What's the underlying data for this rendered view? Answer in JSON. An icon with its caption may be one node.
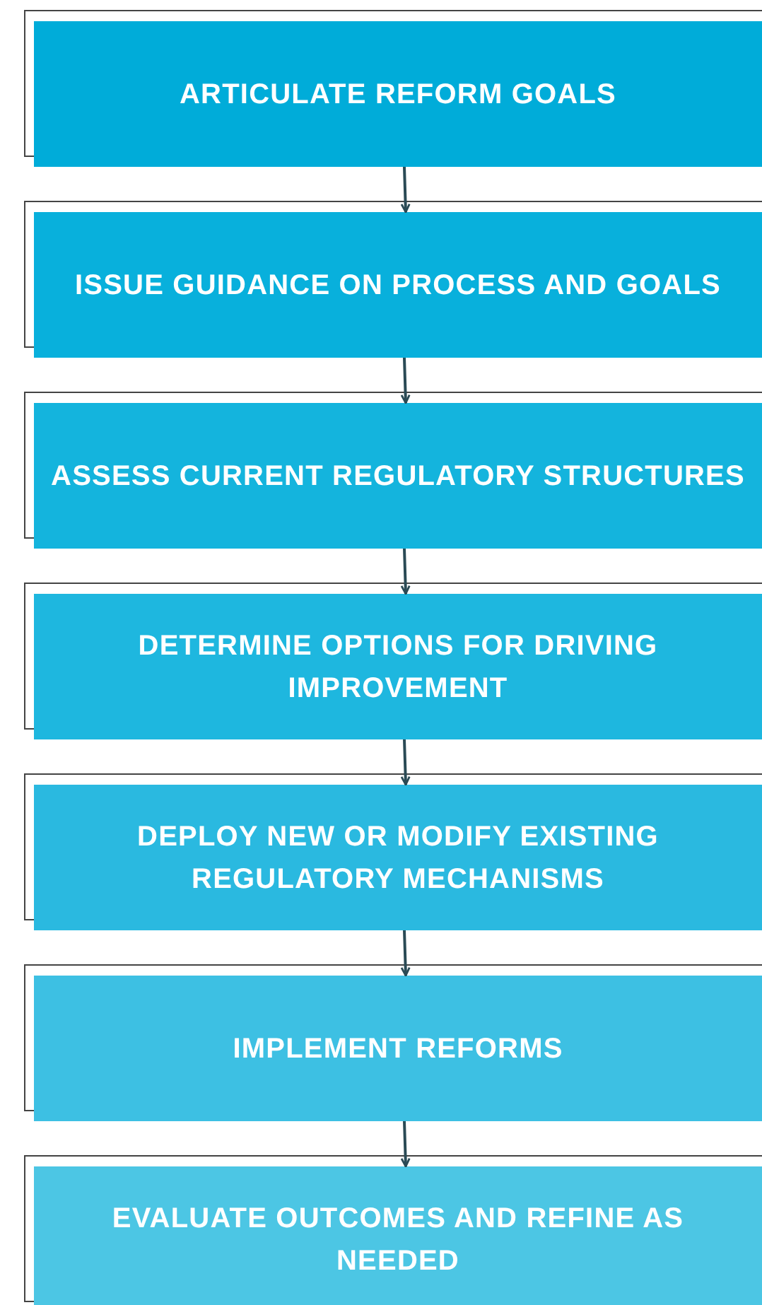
{
  "diagram": {
    "nodes": [
      {
        "text": [
          "ARTICULATE REFORM GOALS"
        ]
      },
      {
        "text": [
          "ISSUE GUIDANCE ON PROCESS AND GOALS"
        ]
      },
      {
        "text": [
          "ASSESS CURRENT REGULATORY STRUCTURES"
        ]
      },
      {
        "text": [
          "DETERMINE OPTIONS FOR DRIVING IMPROVEMENT"
        ]
      },
      {
        "text": [
          "DEPLOY NEW OR MODIFY EXISTING REGULATORY MECHANISMS"
        ]
      },
      {
        "text": [
          "IMPLEMENT REFORMS"
        ]
      },
      {
        "text": [
          "EVALUATE OUTCOMES AND REFINE AS NEEDED"
        ]
      }
    ],
    "edges": [
      {
        "from": 0,
        "to": 1,
        "arrow": "to"
      },
      {
        "from": 1,
        "to": 2,
        "arrow": "to"
      },
      {
        "from": 2,
        "to": 3,
        "arrow": "to"
      },
      {
        "from": 3,
        "to": 4,
        "arrow": "to"
      },
      {
        "from": 4,
        "to": 5,
        "arrow": "to"
      },
      {
        "from": 5,
        "to": 6,
        "arrow": "to"
      }
    ]
  }
}
